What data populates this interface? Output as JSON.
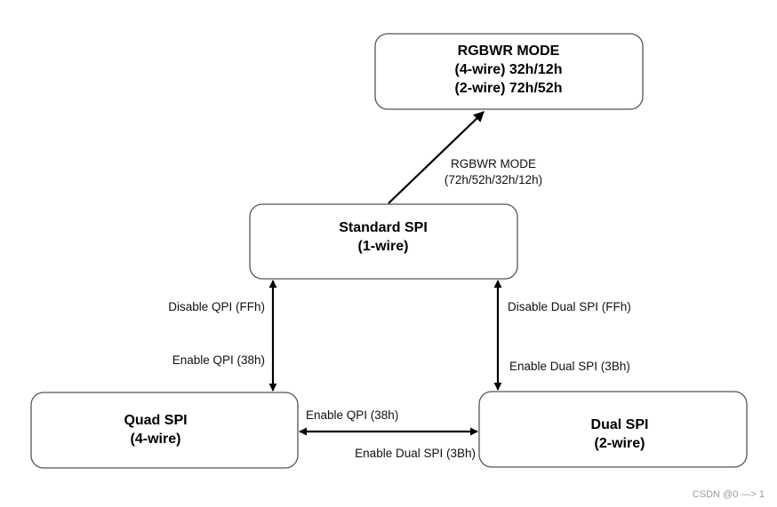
{
  "nodes": {
    "rgbwr_mode": {
      "title": "RGBWR MODE",
      "line2": "(4-wire) 32h/12h",
      "line3": "(2-wire) 72h/52h"
    },
    "standard_spi": {
      "title": "Standard SPI",
      "line2": "(1-wire)"
    },
    "quad_spi": {
      "title": "Quad SPI",
      "line2": "(4-wire)"
    },
    "dual_spi": {
      "title": "Dual SPI",
      "line2": "(2-wire)"
    }
  },
  "edges": {
    "standard_to_rgbwr": {
      "line1": "RGBWR MODE",
      "line2": "(72h/52h/32h/12h)"
    },
    "standard_quad": {
      "upper": "Disable QPI (FFh)",
      "lower": "Enable QPI (38h)"
    },
    "standard_dual": {
      "upper": "Disable Dual SPI (FFh)",
      "lower": "Enable Dual SPI (3Bh)"
    },
    "quad_dual": {
      "upper": "Enable QPI (38h)",
      "lower": "Enable Dual SPI (3Bh)"
    }
  },
  "watermark": "CSDN @0 —> 1"
}
